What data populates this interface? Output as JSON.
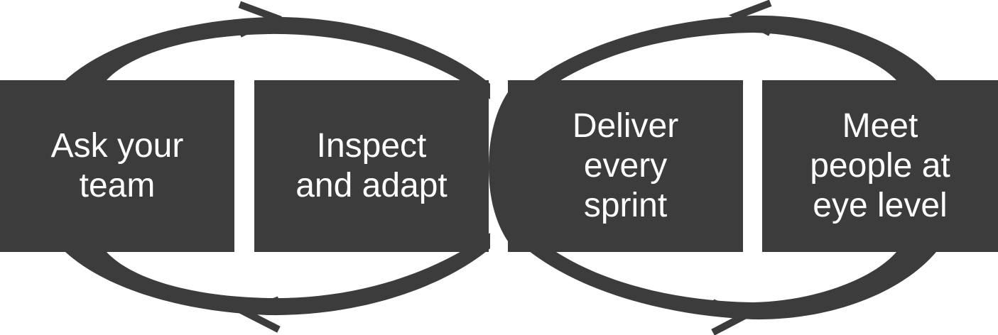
{
  "diagram": {
    "colors": {
      "box": "#3c3c3c",
      "arrow": "#3c3c3c",
      "text": "#ffffff",
      "background": "#ffffff"
    },
    "boxes": [
      {
        "label": "Ask your\nteam"
      },
      {
        "label": "Inspect\nand adapt"
      },
      {
        "label": "Deliver\nevery\nsprint"
      },
      {
        "label": "Meet\npeople at\neye level"
      }
    ],
    "loops": [
      {
        "name": "left-cycle",
        "direction": "clockwise"
      },
      {
        "name": "right-cycle",
        "direction": "counter-clockwise"
      }
    ]
  }
}
